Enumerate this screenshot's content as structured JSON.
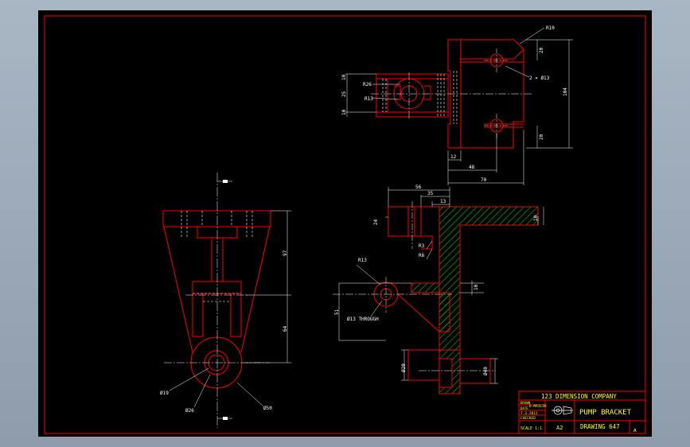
{
  "dimensions": {
    "r10": "R10",
    "d20a": "20",
    "hole2x13": "2 × Ø13",
    "d104": "104",
    "d20b": "20",
    "d12": "12",
    "d48": "48",
    "d70": "70",
    "d10a": "10",
    "d25": "25",
    "d10b": "10",
    "r26": "R26",
    "r13a": "R13",
    "d56": "56",
    "d35": "35",
    "d13": "13",
    "d24": "24",
    "d10c": "10",
    "r3": "R3",
    "r6": "R6",
    "r13b": "R13",
    "d10d": "10",
    "d51": "51",
    "through": "Ø13 THROUGH",
    "d20c": "Ø20",
    "d40": "Ø40",
    "d97": "97",
    "d64": "64",
    "d19": "Ø19",
    "d26": "Ø26",
    "d50": "Ø50"
  },
  "title_block": {
    "company": "123 DIMENSION COMPANY",
    "drawn_label": "DRAWN",
    "drawn_by": "D.MAILIK",
    "date_label": "DATE",
    "date": "7.2.2012",
    "checked_label": "CHECKED",
    "scale": "SCALE 1:1",
    "title": "PUMP BRACKET",
    "size": "A2",
    "drawing_no": "DRAWING 647",
    "revision": "A"
  },
  "colors": {
    "background": "#000000",
    "outline": "#ff0000",
    "centerline": "#ffffff",
    "dimension": "#ffffff",
    "hatch": "#00c000",
    "title_text": "#ffff00"
  }
}
